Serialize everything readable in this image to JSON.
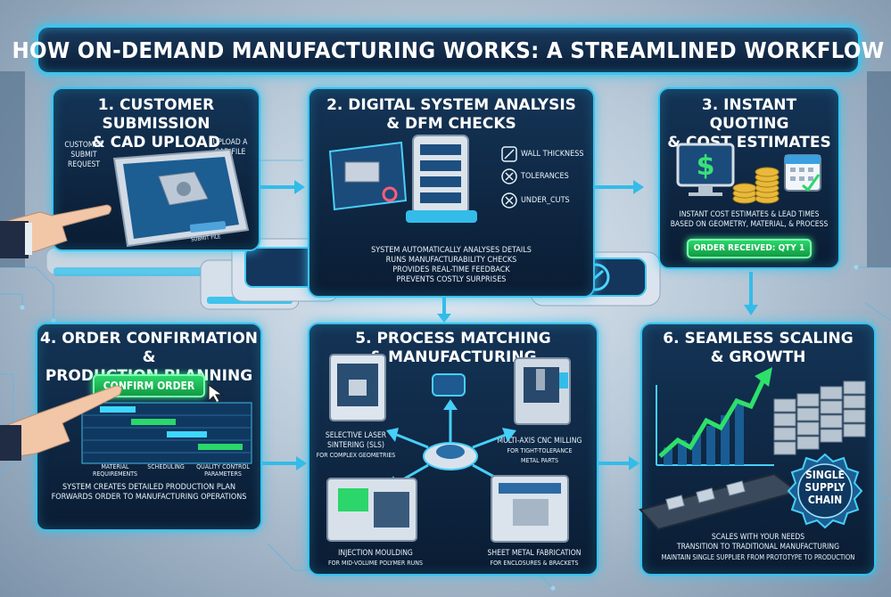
{
  "title": "HOW ON-DEMAND MANUFACTURING WORKS: A STREAMLINED WORKFLOW",
  "steps": {
    "s1": {
      "title_line1": "1. CUSTOMER SUBMISSION",
      "title_line2": "& CAD UPLOAD",
      "label_left_1": "CUSTOMER",
      "label_left_2": "SUBMIT",
      "label_left_3": "REQUEST",
      "label_right_1": "UPLOAD A",
      "label_right_2": "CAD FILE",
      "tablet_button": "SUBMIT FILE"
    },
    "s2": {
      "title_line1": "2. DIGITAL SYSTEM ANALYSIS",
      "title_line2": "& DFM CHECKS",
      "checks": [
        "WALL THICKNESS",
        "TOLERANCES",
        "UNDER_CUTS"
      ],
      "desc": [
        "SYSTEM AUTOMATICALLY ANALYSES DETAILS",
        "RUNS MANUFACTURABILITY CHECKS",
        "PROVIDES REAL-TIME FEEDBACK",
        "PREVENTS COSTLY SURPRISES"
      ]
    },
    "s3": {
      "title_line1": "3. INSTANT QUOTING",
      "title_line2": "& COST ESTIMATES",
      "desc_line1": "INSTANT COST ESTIMATES & LEAD TIMES",
      "desc_line2": "BASED ON GEOMETRY, MATERIAL, & PROCESS",
      "order_badge": "ORDER RECEIVED: QTY 1"
    },
    "s4": {
      "title_line1": "4. ORDER CONFIRMATION &",
      "title_line2": "PRODUCTION PLANNING",
      "confirm_button": "CONFIRM ORDER",
      "gantt_labels": [
        "MATERIAL REQUIREMENTS",
        "SCHEDULING",
        "QUALITY CONTROL PARAMETERS"
      ],
      "desc_line1": "SYSTEM CREATES DETAILED PRODUCTION PLAN",
      "desc_line2": "FORWARDS ORDER TO MANUFACTURING OPERATIONS"
    },
    "s5": {
      "title_line1": "5. PROCESS MATCHING",
      "title_line2": "& MANUFACTURING",
      "sls_1": "SELECTIVE LASER",
      "sls_2": "SINTERING (SLS)",
      "sls_sub": "FOR COMPLEX GEOMETRIES",
      "cnc_1": "MULTI-AXIS CNC MILLING",
      "cnc_sub_1": "FOR TIGHT-TOLERANCE",
      "cnc_sub_2": "METAL PARTS",
      "inj_1": "INJECTION MOULDING",
      "inj_sub": "FOR MID-VOLUME POLYMER RUNS",
      "sheet_1": "SHEET METAL FABRICATION",
      "sheet_sub": "FOR ENCLOSURES & BRACKETS"
    },
    "s6": {
      "title_line1": "6. SEAMLESS SCALING",
      "title_line2": "& GROWTH",
      "seal_1": "SINGLE",
      "seal_2": "SUPPLY",
      "seal_3": "CHAIN",
      "desc_line1": "SCALES WITH YOUR NEEDS",
      "desc_line2": "TRANSITION TO TRADITIONAL MANUFACTURING",
      "desc_line3": "MAINTAIN SINGLE SUPPLIER FROM PROTOTYPE TO PRODUCTION"
    }
  },
  "colors": {
    "accent": "#35c3ee",
    "panel": "#0f2a48",
    "green": "#2bd66a",
    "growth_line": "#2ee06a"
  }
}
